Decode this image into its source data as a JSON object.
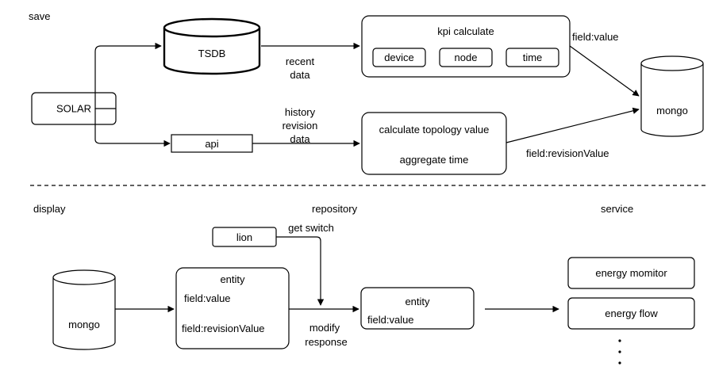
{
  "sections": {
    "save": "save",
    "display": "display",
    "repository": "repository",
    "service": "service"
  },
  "nodes": {
    "solar": "SOLAR",
    "tsdb": "TSDB",
    "api": "api",
    "kpi_title": "kpi calculate",
    "kpi_device": "device",
    "kpi_node": "node",
    "kpi_time": "time",
    "calc_line1": "calculate topology  value",
    "calc_line2": "aggregate time",
    "mongo_top": "mongo",
    "lion": "lion",
    "mongo_bottom": "mongo",
    "entity1_title": "entity",
    "entity1_field1": "field:value",
    "entity1_field2": "field:revisionValue",
    "entity2_title": "entity",
    "entity2_field1": "field:value",
    "energy_monitor": "energy momitor",
    "energy_flow": "energy flow"
  },
  "edge_labels": {
    "recent_1": "recent",
    "recent_2": "data",
    "history_1": "history",
    "history_2": "revision",
    "history_3": "data",
    "field_value": "field:value",
    "field_revision": "field:revisionValue",
    "get_switch": "get switch",
    "modify_1": "modify",
    "modify_2": "response"
  },
  "colors": {
    "stroke": "#000000",
    "fill": "#ffffff"
  }
}
